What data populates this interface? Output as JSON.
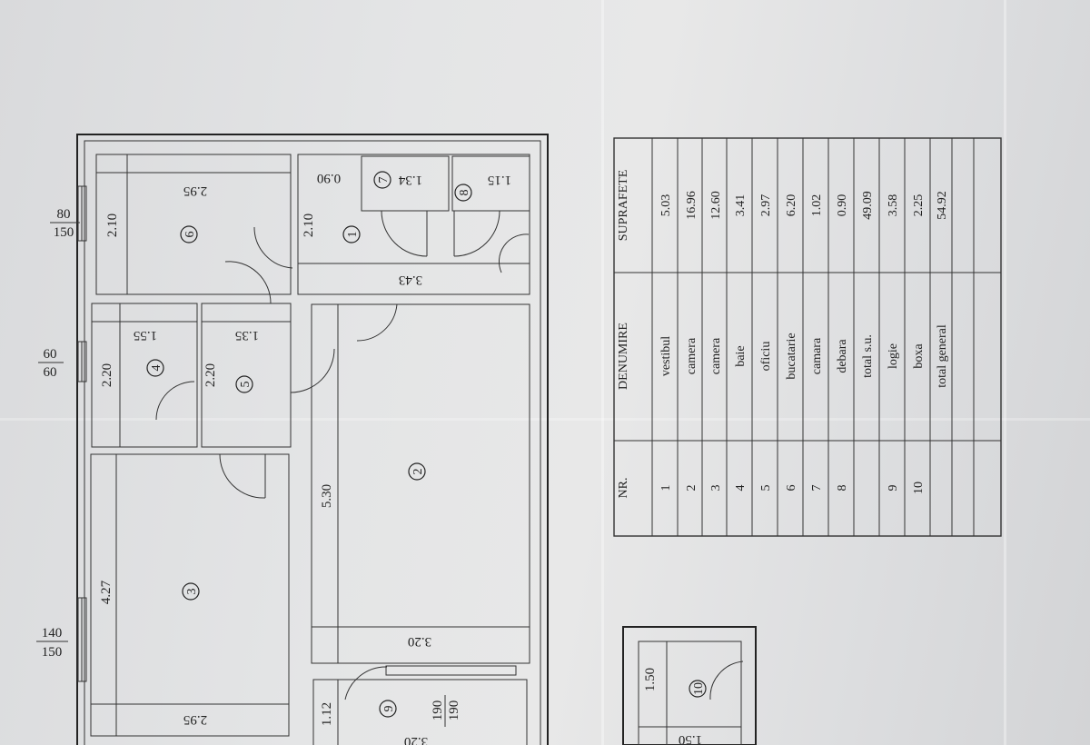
{
  "plan": {
    "dims": {
      "d_295_top": "2.95",
      "d_210_left": "2.10",
      "d_210_vest": "2.10",
      "d_090": "0.90",
      "d_134": "1.34",
      "d_115": "1.15",
      "d_343": "3.43",
      "d_155": "1.55",
      "d_135": "1.35",
      "d_220_a": "2.20",
      "d_220_b": "2.20",
      "d_530": "5.30",
      "d_427": "4.27",
      "d_320": "3.20",
      "d_295_bot": "2.95",
      "d_112": "1.12",
      "d_320_b": "3.20",
      "d_150": "1.50",
      "d_150_b": "1.50"
    },
    "windows": {
      "w1_top": "80",
      "w1_bot": "150",
      "w2_top": "60",
      "w2_bot": "60",
      "w3_top": "140",
      "w3_bot": "150",
      "w4_top": "190",
      "w4_bot": "190"
    },
    "room_numbers": [
      "1",
      "2",
      "3",
      "4",
      "5",
      "6",
      "7",
      "8",
      "9",
      "10"
    ]
  },
  "table": {
    "headers": {
      "nr": "NR.",
      "name": "DENUMIRE",
      "area": "SUPRAFETE"
    },
    "rows": [
      {
        "nr": "1",
        "name": "vestibul",
        "area": "5.03"
      },
      {
        "nr": "2",
        "name": "camera",
        "area": "16.96"
      },
      {
        "nr": "3",
        "name": "camera",
        "area": "12.60"
      },
      {
        "nr": "4",
        "name": "baie",
        "area": "3.41"
      },
      {
        "nr": "5",
        "name": "oficiu",
        "area": "2.97"
      },
      {
        "nr": "6",
        "name": "bucatarie",
        "area": "6.20"
      },
      {
        "nr": "7",
        "name": "camara",
        "area": "1.02"
      },
      {
        "nr": "8",
        "name": "debara",
        "area": "0.90"
      },
      {
        "nr": "",
        "name": "total s.u.",
        "area": "49.09"
      },
      {
        "nr": "9",
        "name": "logie",
        "area": "3.58"
      },
      {
        "nr": "10",
        "name": "boxa",
        "area": "2.25"
      },
      {
        "nr": "",
        "name": "total general",
        "area": "54.92"
      }
    ]
  }
}
